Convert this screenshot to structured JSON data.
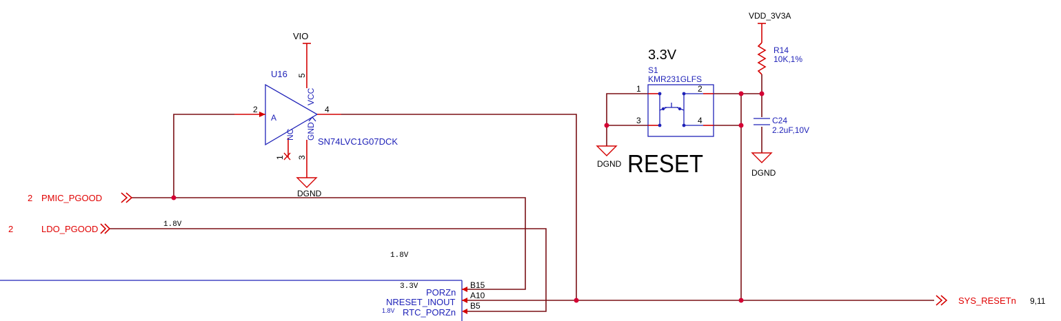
{
  "u16": {
    "ref": "U16",
    "part": "SN74LVC1G07DCK",
    "pin_a": "A",
    "pin_vcc": "VCC",
    "pin_gnd": "GND",
    "pin_nc": "NC",
    "pin2": "2",
    "pin4": "4",
    "pin5": "5",
    "pin3": "3",
    "pin1": "1"
  },
  "power": {
    "vio": "VIO",
    "vdd": "VDD_3V3A",
    "dgnd_u16": "DGND",
    "dgnd_s1": "DGND",
    "dgnd_c24": "DGND"
  },
  "s1": {
    "voltage": "3.3V",
    "ref": "S1",
    "part": "KMR231GLFS",
    "pin1": "1",
    "pin2": "2",
    "pin3": "3",
    "pin4": "4",
    "label": "RESET"
  },
  "r14": {
    "ref": "R14",
    "value": "10K,1%"
  },
  "c24": {
    "ref": "C24",
    "value": "2.2uF,10V"
  },
  "nets": {
    "pmic_pgood": "PMIC_PGOOD",
    "pmic_pgood_page": "2",
    "ldo_pgood": "LDO_PGOOD",
    "ldo_pgood_page": "2",
    "ldo_voltage": "1.8V",
    "mid_voltage": "1.8V",
    "sys_resetn": "SYS_RESETn",
    "sys_resetn_pages": "9,11"
  },
  "soc": {
    "voltage_porzn": "3.3V",
    "porzn": "PORZn",
    "nreset_inout": "NRESET_INOUT",
    "rtc_porzn": "RTC_PORZn",
    "voltage_rtc": "1.8V",
    "pin_b15": "B15",
    "pin_a10": "A10",
    "pin_b5": "B5"
  },
  "colors": {
    "wire": "#7a0f14",
    "pin": "#d40000",
    "symbol": "#1f22b8",
    "netlabel": "#e00000",
    "junction": "#d40033"
  }
}
